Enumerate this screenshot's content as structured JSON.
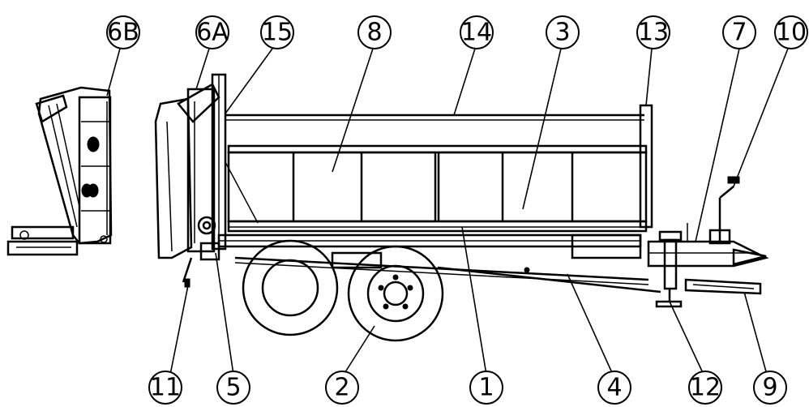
{
  "callouts": [
    {
      "id": "6B"
    },
    {
      "id": "6A"
    },
    {
      "id": "15"
    },
    {
      "id": "8"
    },
    {
      "id": "14"
    },
    {
      "id": "3"
    },
    {
      "id": "13"
    },
    {
      "id": "7"
    },
    {
      "id": "10"
    },
    {
      "id": "11"
    },
    {
      "id": "5"
    },
    {
      "id": "2"
    },
    {
      "id": "1"
    },
    {
      "id": "4"
    },
    {
      "id": "12"
    },
    {
      "id": "9"
    }
  ]
}
